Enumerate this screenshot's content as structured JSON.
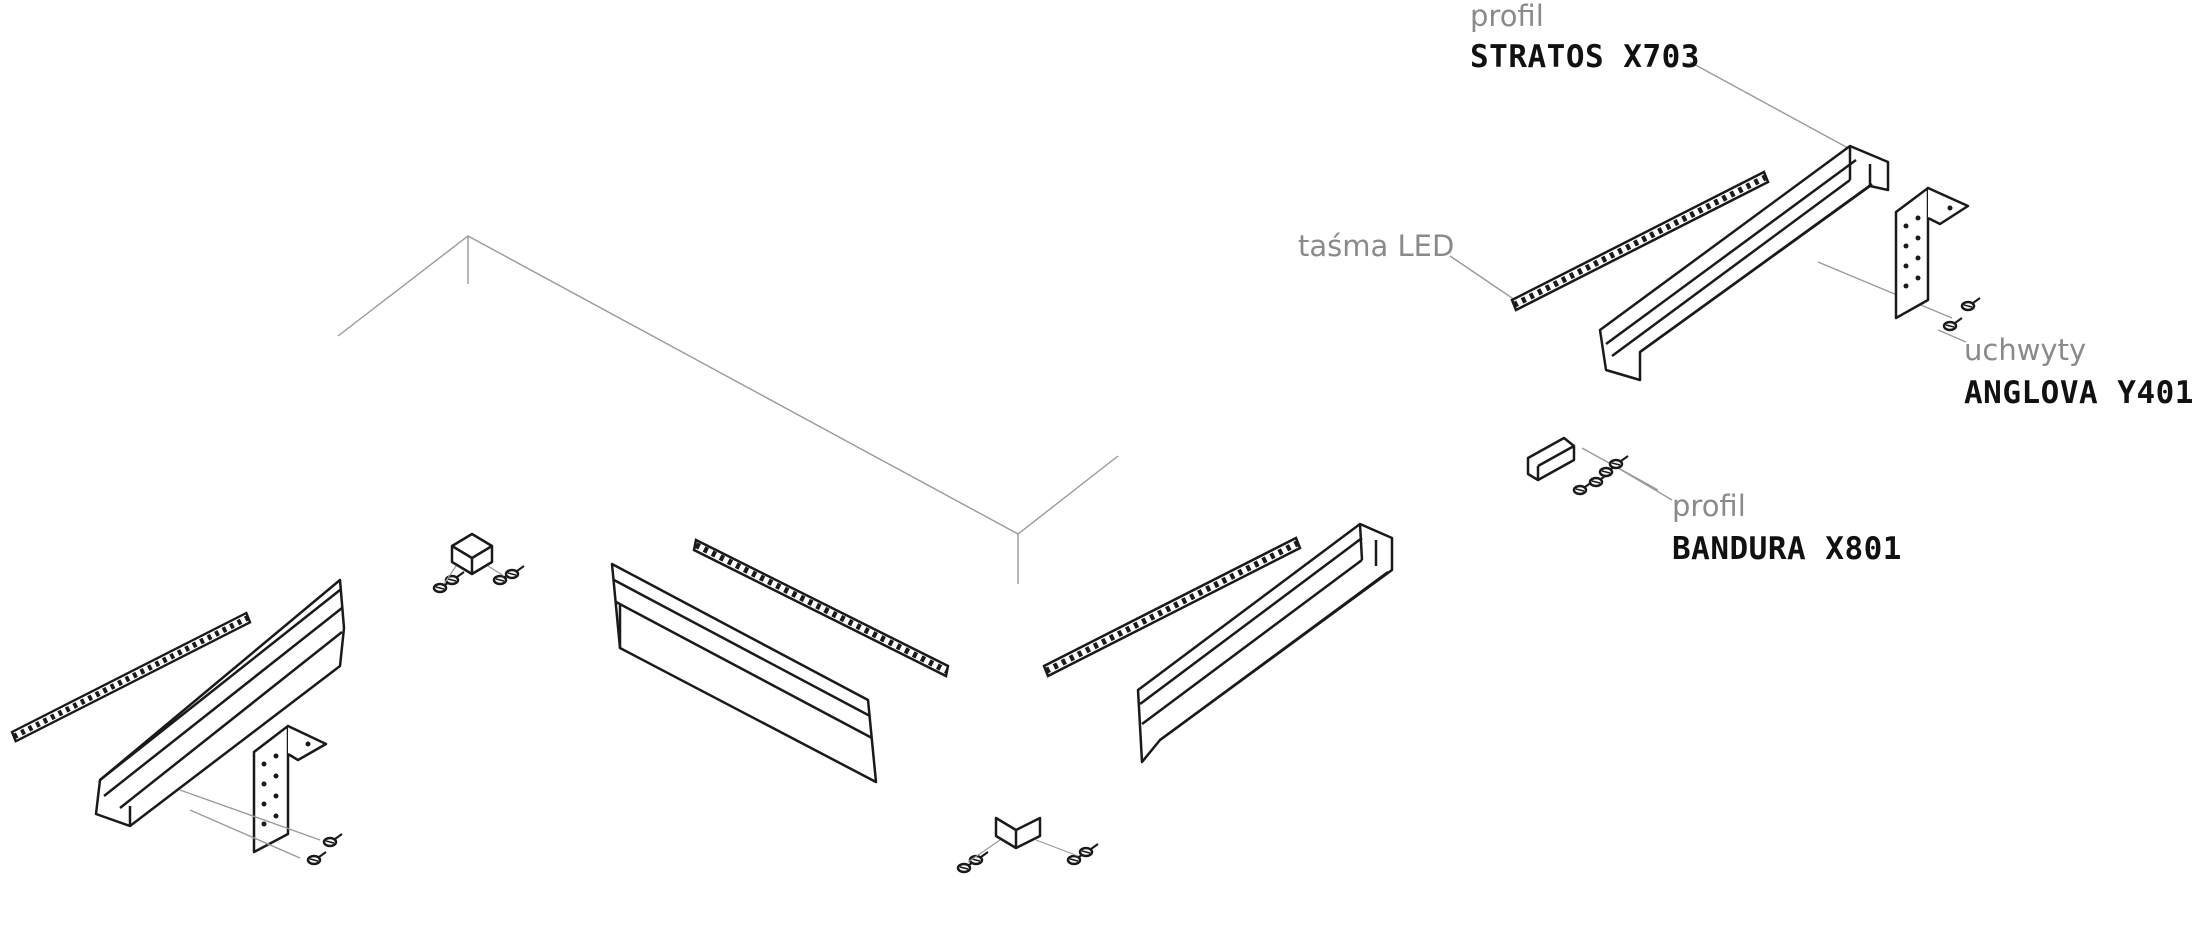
{
  "labels": {
    "stratos": {
      "caption": "profil",
      "name": "STRATOS X703"
    },
    "led": {
      "caption": "taśma LED"
    },
    "anglova": {
      "caption": "uchwyty",
      "name": "ANGLOVA Y401"
    },
    "bandura": {
      "caption": "profil",
      "name": "BANDURA X801"
    }
  },
  "colors": {
    "line": "#1a1a1a",
    "guide": "#9a9a9a",
    "caption": "#8a8a8a",
    "name": "#111111"
  }
}
